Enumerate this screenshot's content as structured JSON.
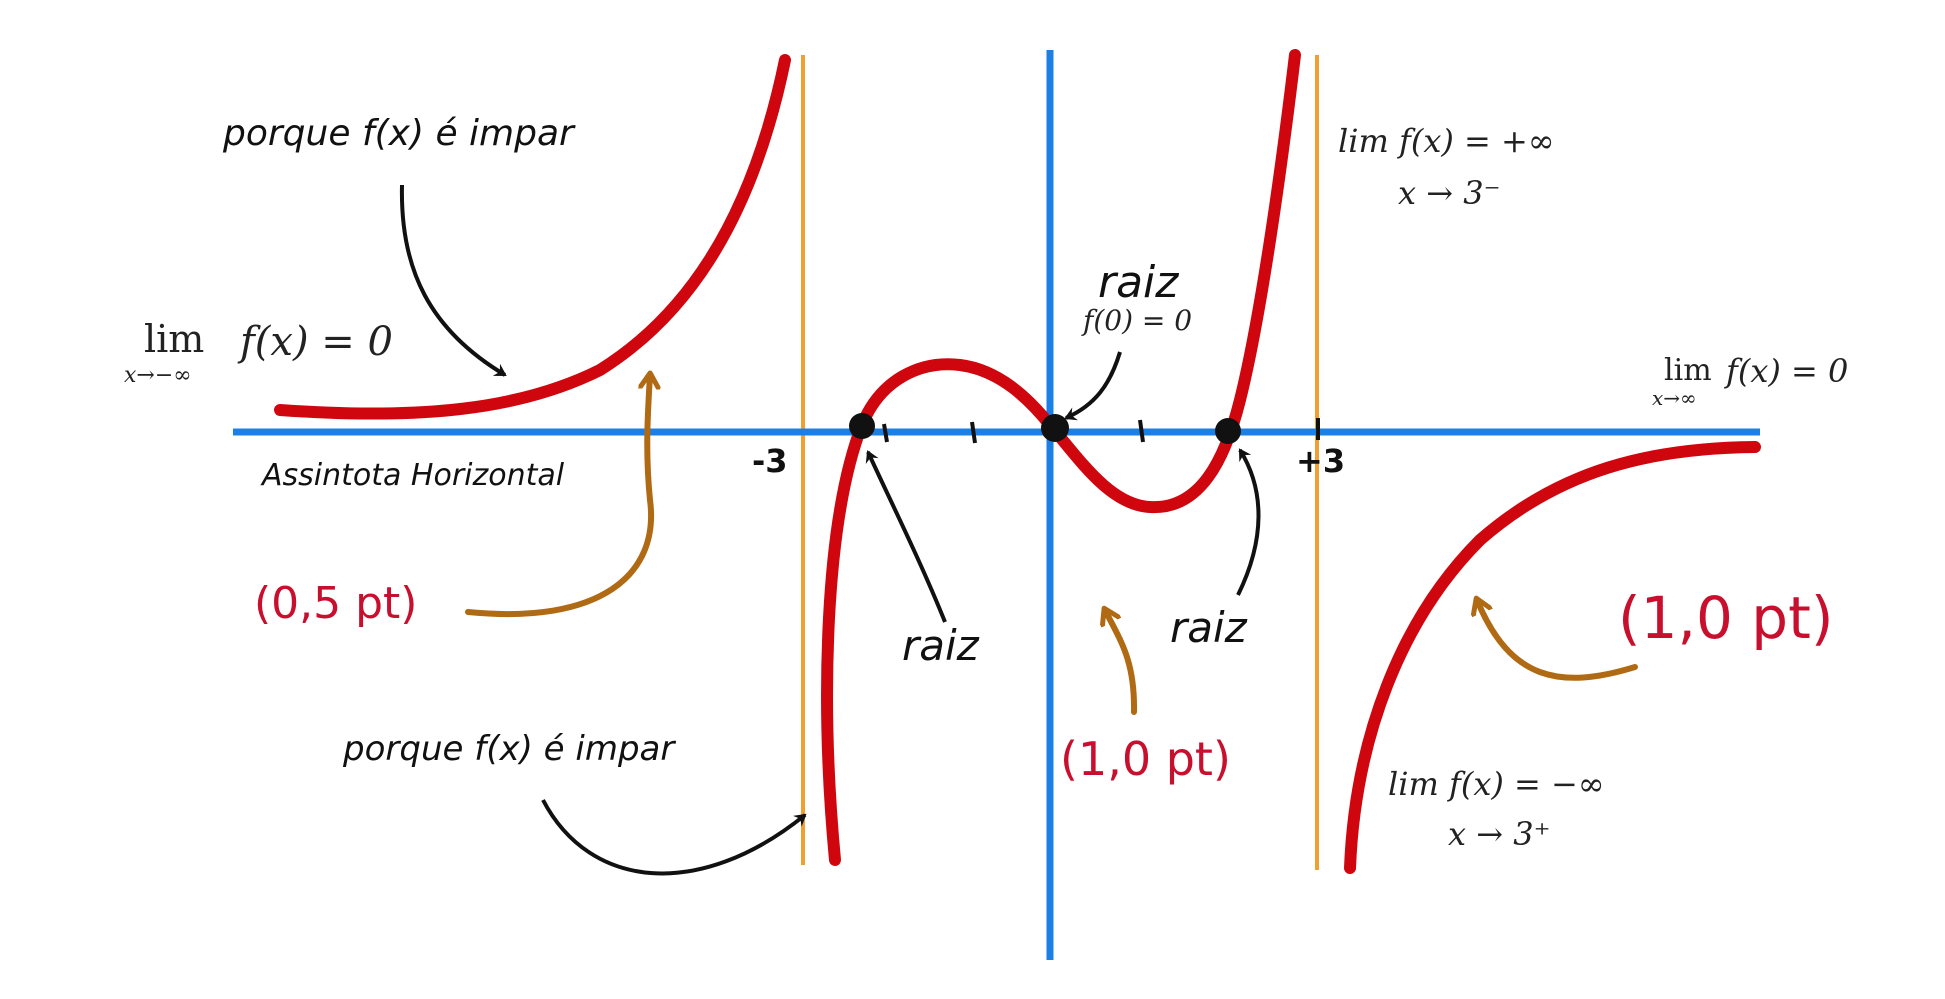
{
  "colors": {
    "curve": "#d0060f",
    "axes": "#1a7fe6",
    "asymptote": "#f0a030",
    "arrow_brown": "#b06a14",
    "ink": "#111111",
    "points_label": "#c8102e"
  },
  "labels": {
    "porque_top": "porque f(x) é impar",
    "porque_bottom": "porque f(x) é impar",
    "assintota": "Assintota Horizontal",
    "raiz_top": "raiz",
    "f0": "f(0) = 0",
    "raiz_left": "raiz",
    "raiz_right": "raiz",
    "tick_neg3": "-3",
    "tick_pos3": "+3",
    "tick_one_1": "1",
    "tick_one_2": "1",
    "tick_one_3": "1",
    "pt_left": "(0,5 pt)",
    "pt_center": "(1,0 pt)",
    "pt_right": "(1,0 pt)"
  },
  "limits": {
    "neg_inf": {
      "lim": "lim",
      "sub": "x→−∞",
      "expr": "f(x) = 0"
    },
    "pos_inf": {
      "lim": "lim",
      "sub": "x→∞",
      "expr": "f(x) = 0"
    },
    "three_minus": {
      "line1": "lim f(x) = +∞",
      "line2": "x → 3⁻"
    },
    "three_plus": {
      "line1": "lim f(x) = −∞",
      "line2": "x → 3⁺"
    }
  }
}
